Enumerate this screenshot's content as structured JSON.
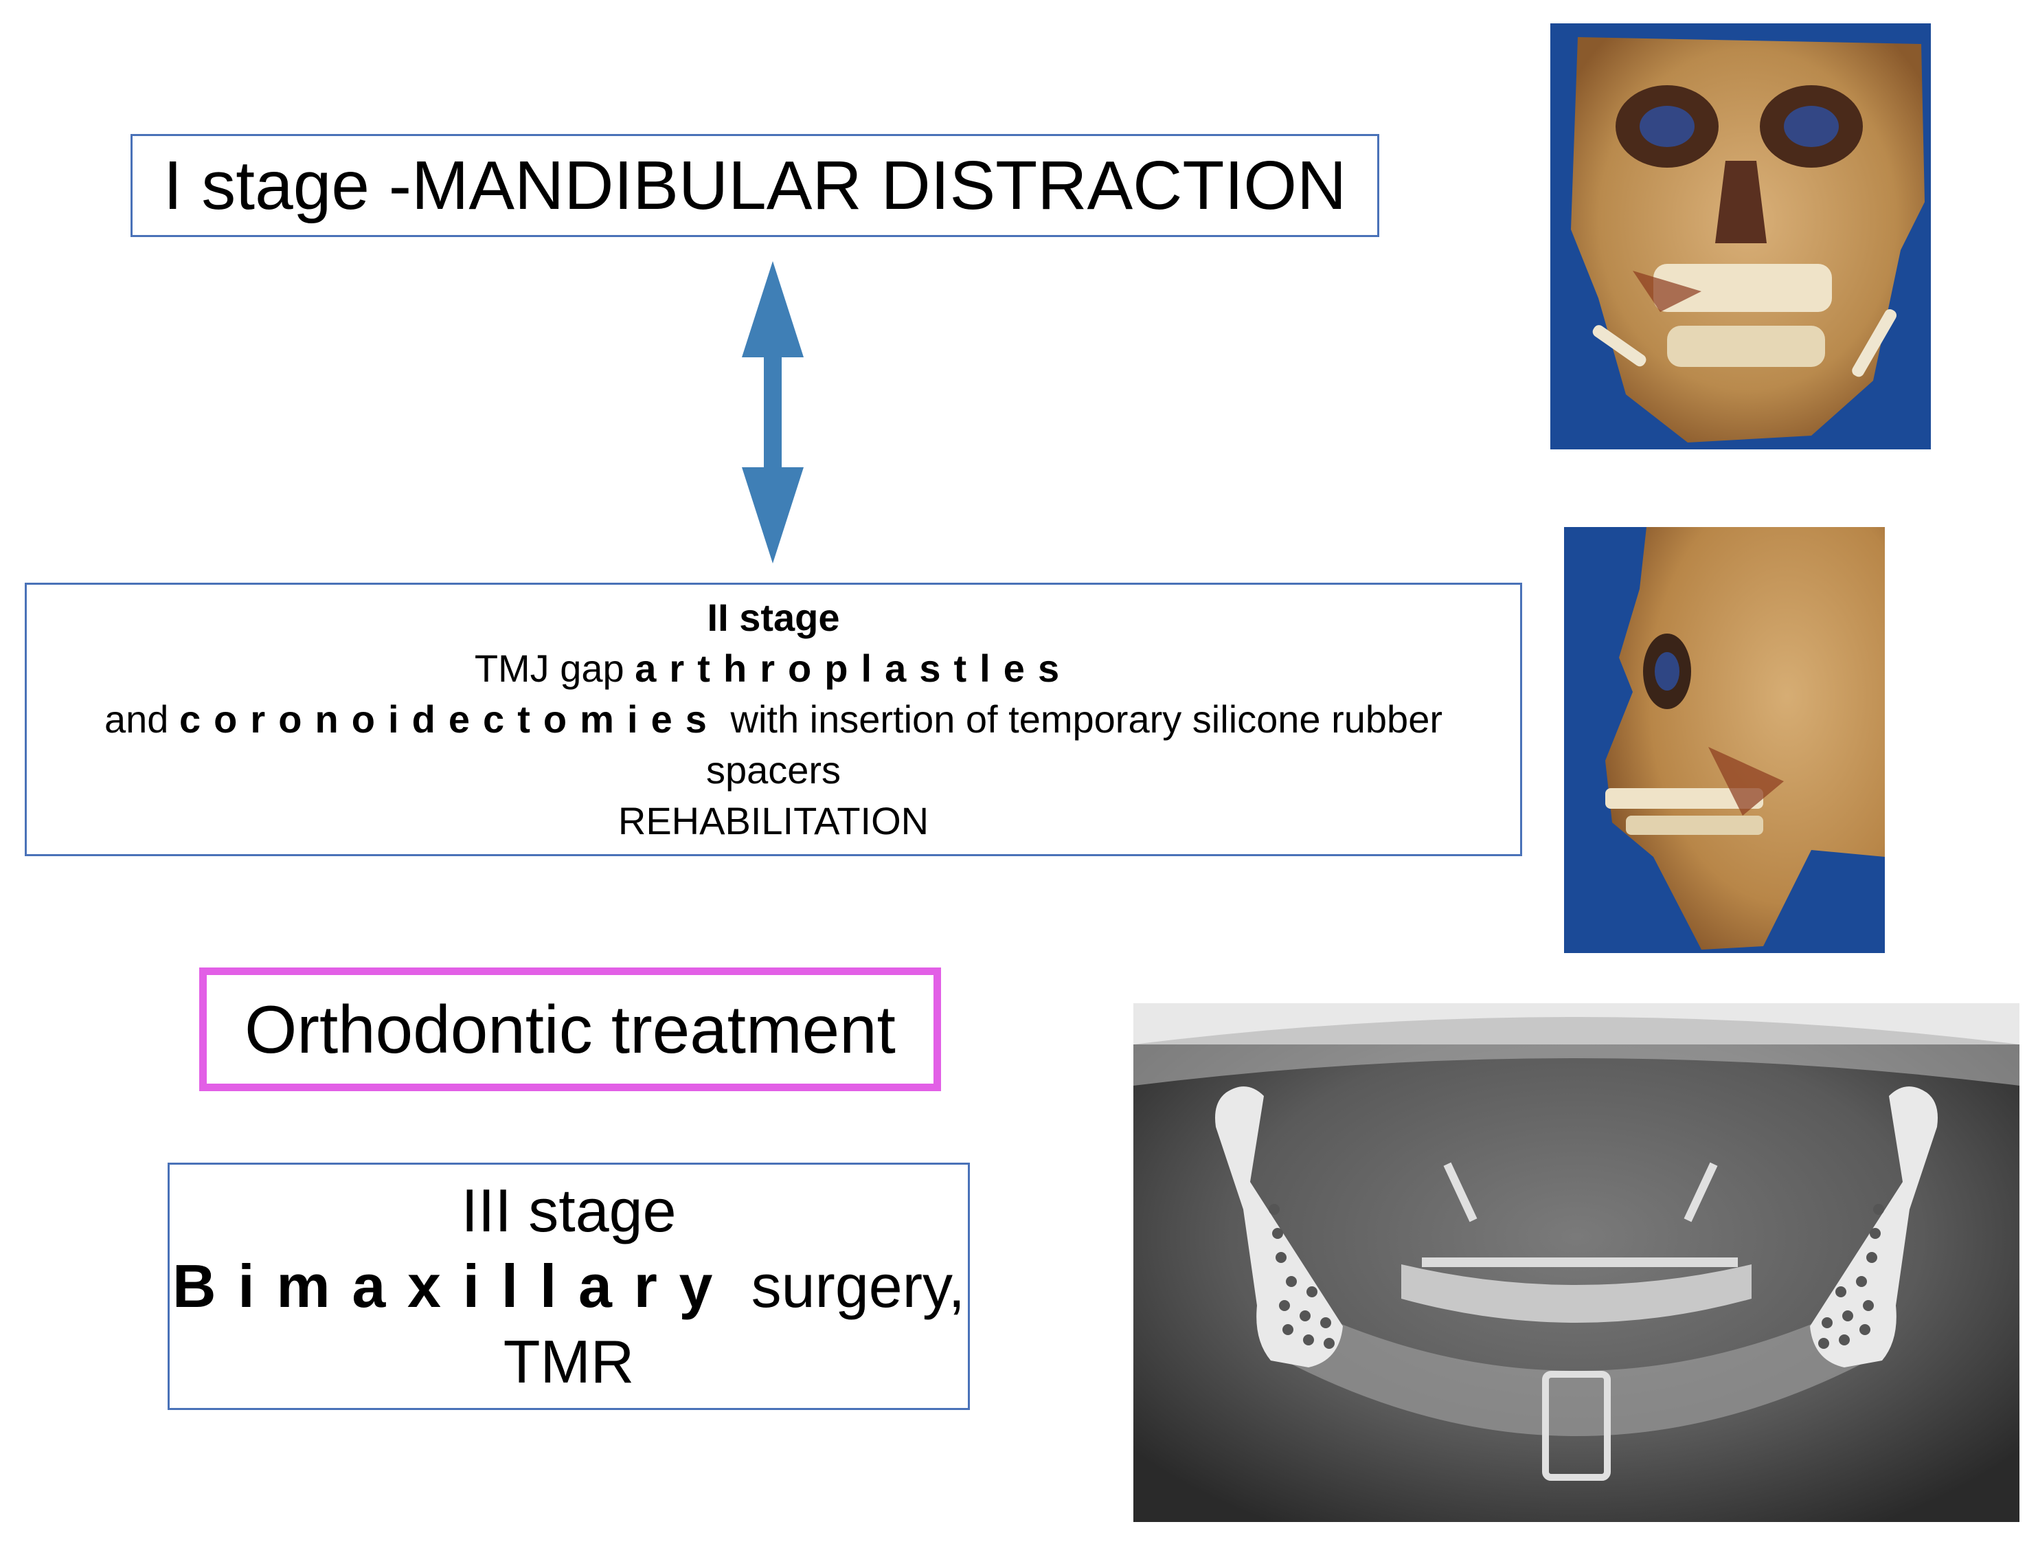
{
  "stage1": {
    "text": "I stage -MANDIBULAR DISTRACTION"
  },
  "stage2": {
    "title": "II stage",
    "line2_prefix": "TMJ gap",
    "line2_emph": "arthroplastles",
    "line3_prefix": "and",
    "line3_emph": "coronoidectomies",
    "line3_suffix": "with insertion of temporary silicone rubber",
    "line4": "spacers",
    "line5": "REHABILITATION"
  },
  "ortho": {
    "text": "Orthodontic treatment"
  },
  "stage3": {
    "title": "III stage",
    "emph": "Bimaxillary",
    "line2_suffix": "surgery,",
    "line3": "TMR"
  },
  "colors": {
    "box_border": "#4a72b8",
    "ortho_border": "#e25fe6",
    "arrow": "#3f7fb6",
    "ct_background": "#1b4a97",
    "bone": "#c89a5c"
  },
  "icons": {
    "arrow": "double-headed-vertical-arrow",
    "ct_frontal": "skull-3d-ct-frontal",
    "ct_lateral": "skull-3d-ct-lateral",
    "xray": "panoramic-xray"
  }
}
